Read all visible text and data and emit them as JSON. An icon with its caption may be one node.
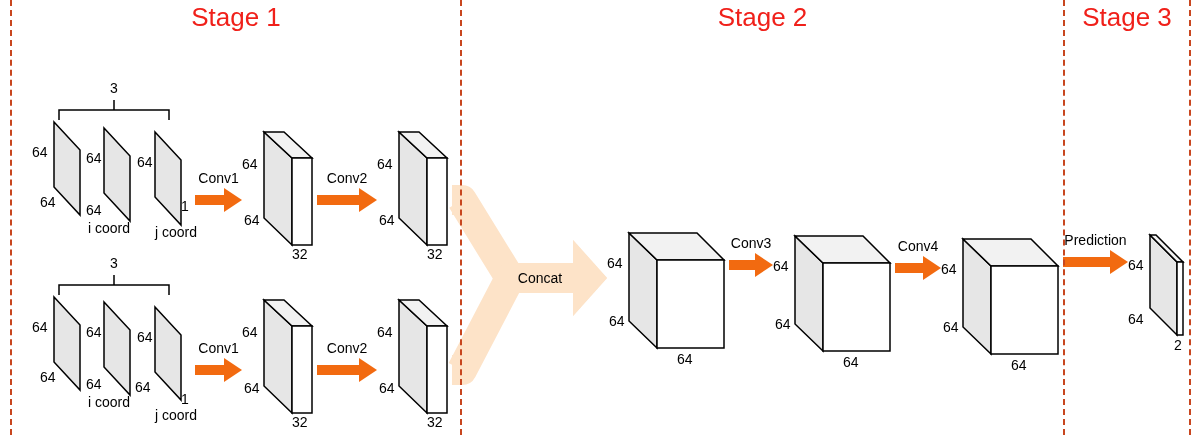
{
  "diagram": {
    "nodes": [
      {
        "text": [
          "Stage 1"
        ]
      },
      {
        "text": [
          "Stage 2"
        ]
      },
      {
        "text": [
          "Stage 3"
        ]
      },
      {
        "text": [],
        "shape": "box",
        "in": 0,
        "beside": [
          "64",
          "64"
        ]
      },
      {
        "text": [],
        "shape": "box",
        "in": 0,
        "beside": [
          "64",
          "64",
          "i coord"
        ]
      },
      {
        "text": [],
        "shape": "box",
        "in": 0,
        "beside": [
          "64",
          "1",
          "j coord"
        ]
      },
      {
        "text": [],
        "shape": "box",
        "in": 0,
        "beside": [
          "64",
          "64",
          "32"
        ]
      },
      {
        "text": [],
        "shape": "box",
        "in": 0,
        "beside": [
          "64",
          "64",
          "32"
        ]
      },
      {
        "text": [],
        "shape": "box",
        "in": 0,
        "beside": [
          "64",
          "64"
        ]
      },
      {
        "text": [],
        "shape": "box",
        "in": 0,
        "beside": [
          "64",
          "64",
          "i coord"
        ]
      },
      {
        "text": [],
        "shape": "box",
        "in": 0,
        "beside": [
          "64",
          "64",
          "1",
          "j coord"
        ]
      },
      {
        "text": [],
        "shape": "box",
        "in": 0,
        "beside": [
          "64",
          "64",
          "32"
        ]
      },
      {
        "text": [],
        "shape": "box",
        "in": 0,
        "beside": [
          "64",
          "64",
          "32"
        ]
      },
      {
        "text": [],
        "shape": "box",
        "in": 1,
        "beside": [
          "64",
          "64",
          "64"
        ]
      },
      {
        "text": [],
        "shape": "box",
        "in": 1,
        "beside": [
          "64",
          "64",
          "64"
        ]
      },
      {
        "text": [],
        "shape": "box",
        "in": 1,
        "beside": [
          "64",
          "64",
          "64"
        ]
      },
      {
        "text": [],
        "shape": "box",
        "in": 2,
        "beside": [
          "64",
          "64",
          "2"
        ]
      }
    ],
    "edges": [
      {
        "from": 5,
        "to": 6,
        "arrow": "to",
        "label": "Conv1"
      },
      {
        "from": 6,
        "to": 7,
        "arrow": "to",
        "label": "Conv2"
      },
      {
        "from": 10,
        "to": 11,
        "arrow": "to",
        "label": "Conv1"
      },
      {
        "from": 11,
        "to": 12,
        "arrow": "to",
        "label": "Conv2"
      },
      {
        "from": 7,
        "to": 13,
        "arrow": "to",
        "label": "Concat",
        "style": "thick",
        "color": "#fde3c8"
      },
      {
        "from": 12,
        "to": 13,
        "arrow": "to",
        "style": "thick",
        "color": "#fde3c8"
      },
      {
        "from": 13,
        "to": 14,
        "arrow": "to",
        "label": "Conv3"
      },
      {
        "from": 14,
        "to": 15,
        "arrow": "to",
        "label": "Conv4"
      },
      {
        "from": 15,
        "to": 16,
        "arrow": "to",
        "label": "Prediction"
      }
    ],
    "labels": [
      "3",
      "3"
    ]
  }
}
